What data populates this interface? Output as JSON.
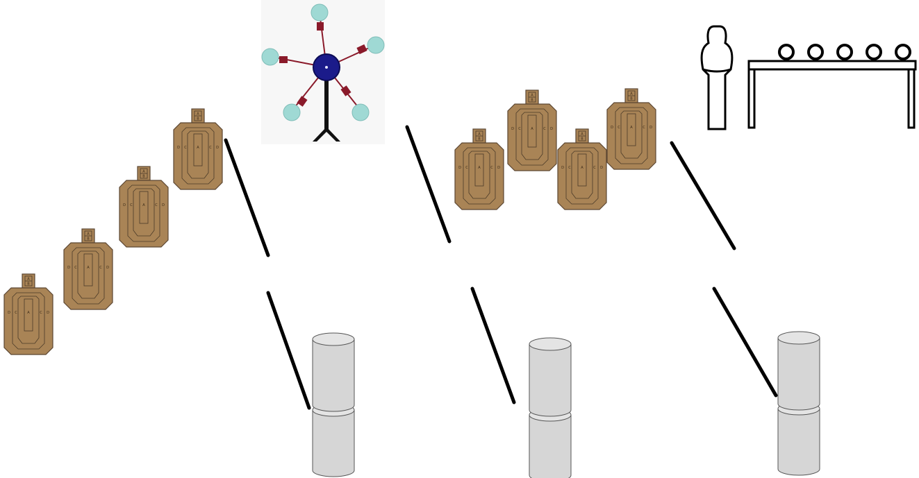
{
  "colors": {
    "cardboard": "#a98456",
    "cardboard_edge": "#5b4632",
    "zone_line": "#4a3a28",
    "barrel": "#d6d6d6",
    "barrel_edge": "#555555",
    "line": "#000000",
    "spinner_hub": "#1b1b8a",
    "spinner_paddle": "#9fd9d4",
    "spinner_joint": "#8a1a2a",
    "prop": "#000000"
  },
  "targets": {
    "zone_letters": {
      "top_a": "A",
      "top_b": "B",
      "c": "C",
      "a": "A",
      "d": "D"
    }
  },
  "icons": {
    "cardboard_target": "ipsc-cardboard-target-icon",
    "barrel": "barrel-icon",
    "spinner": "plate-spinner-icon",
    "no_shoot": "no-shoot-silhouette-icon",
    "plate_rack": "plate-rack-icon"
  }
}
